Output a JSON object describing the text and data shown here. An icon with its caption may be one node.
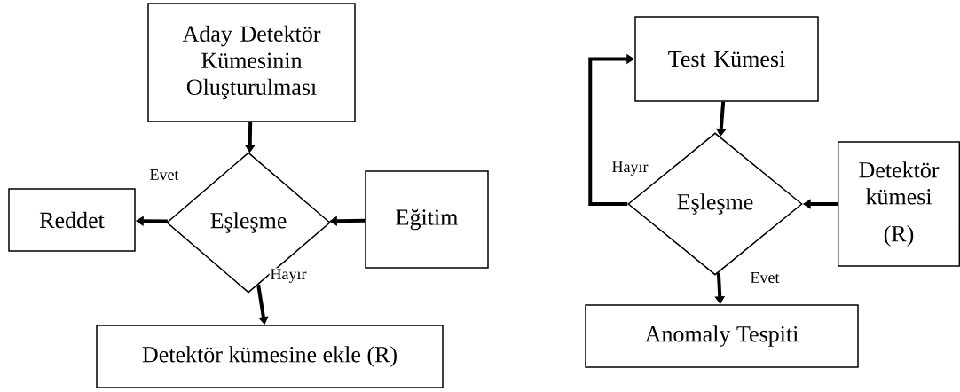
{
  "diagram": {
    "nodes": [
      {
        "text": [
          "Aday Detektör Kümesinin Oluşturulması"
        ]
      },
      {
        "text": [
          "Eşleşme"
        ]
      },
      {
        "text": [
          "Reddet"
        ]
      },
      {
        "text": [
          "Eğitim"
        ]
      },
      {
        "text": [
          "Detektör kümesine ekle (R)"
        ]
      },
      {
        "text": [
          "Test Kümesi"
        ]
      },
      {
        "text": [
          "Eşleşme"
        ]
      },
      {
        "text": [
          "Detektör kümesi",
          "(R)"
        ]
      },
      {
        "text": [
          "Anomaly Tespiti"
        ]
      }
    ],
    "edges": [
      {
        "from": 0,
        "to": 1,
        "arrow": "to"
      },
      {
        "from": 1,
        "to": 2,
        "arrow": "to",
        "label": "Evet"
      },
      {
        "from": 3,
        "to": 1,
        "arrow": "to"
      },
      {
        "from": 1,
        "to": 4,
        "arrow": "to",
        "label": "Hayır"
      },
      {
        "from": 5,
        "to": 6,
        "arrow": "to"
      },
      {
        "from": 6,
        "to": 5,
        "arrow": "to",
        "label": "Hayır"
      },
      {
        "from": 7,
        "to": 6,
        "arrow": "to"
      },
      {
        "from": 6,
        "to": 8,
        "arrow": "to",
        "label": "Evet"
      }
    ]
  }
}
